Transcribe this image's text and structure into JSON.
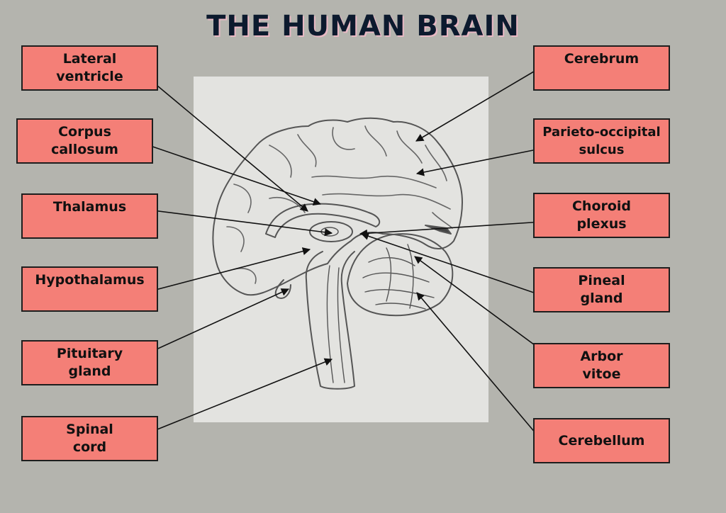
{
  "title": "THE HUMAN BRAIN",
  "colors": {
    "label_fill": "#f47f77",
    "background": "#b4b4ae",
    "title": "#0c1a2e"
  },
  "labels": {
    "lateral_ventricle": "Lateral\nventricle",
    "corpus_callosum": "Corpus\ncallosum",
    "thalamus": "Thalamus",
    "hypothalamus": "Hypothalamus",
    "pituitary_gland": "Pituitary\ngland",
    "spinal_cord": "Spinal\ncord",
    "cerebrum": "Cerebrum",
    "parieto_occipital_sulcus": "Parieto-occipital\nsulcus",
    "choroid_plexus": "Choroid\nplexus",
    "pineal_gland": "Pineal\ngland",
    "arbor_vitoe": "Arbor\nvitoe",
    "cerebellum": "Cerebellum"
  }
}
